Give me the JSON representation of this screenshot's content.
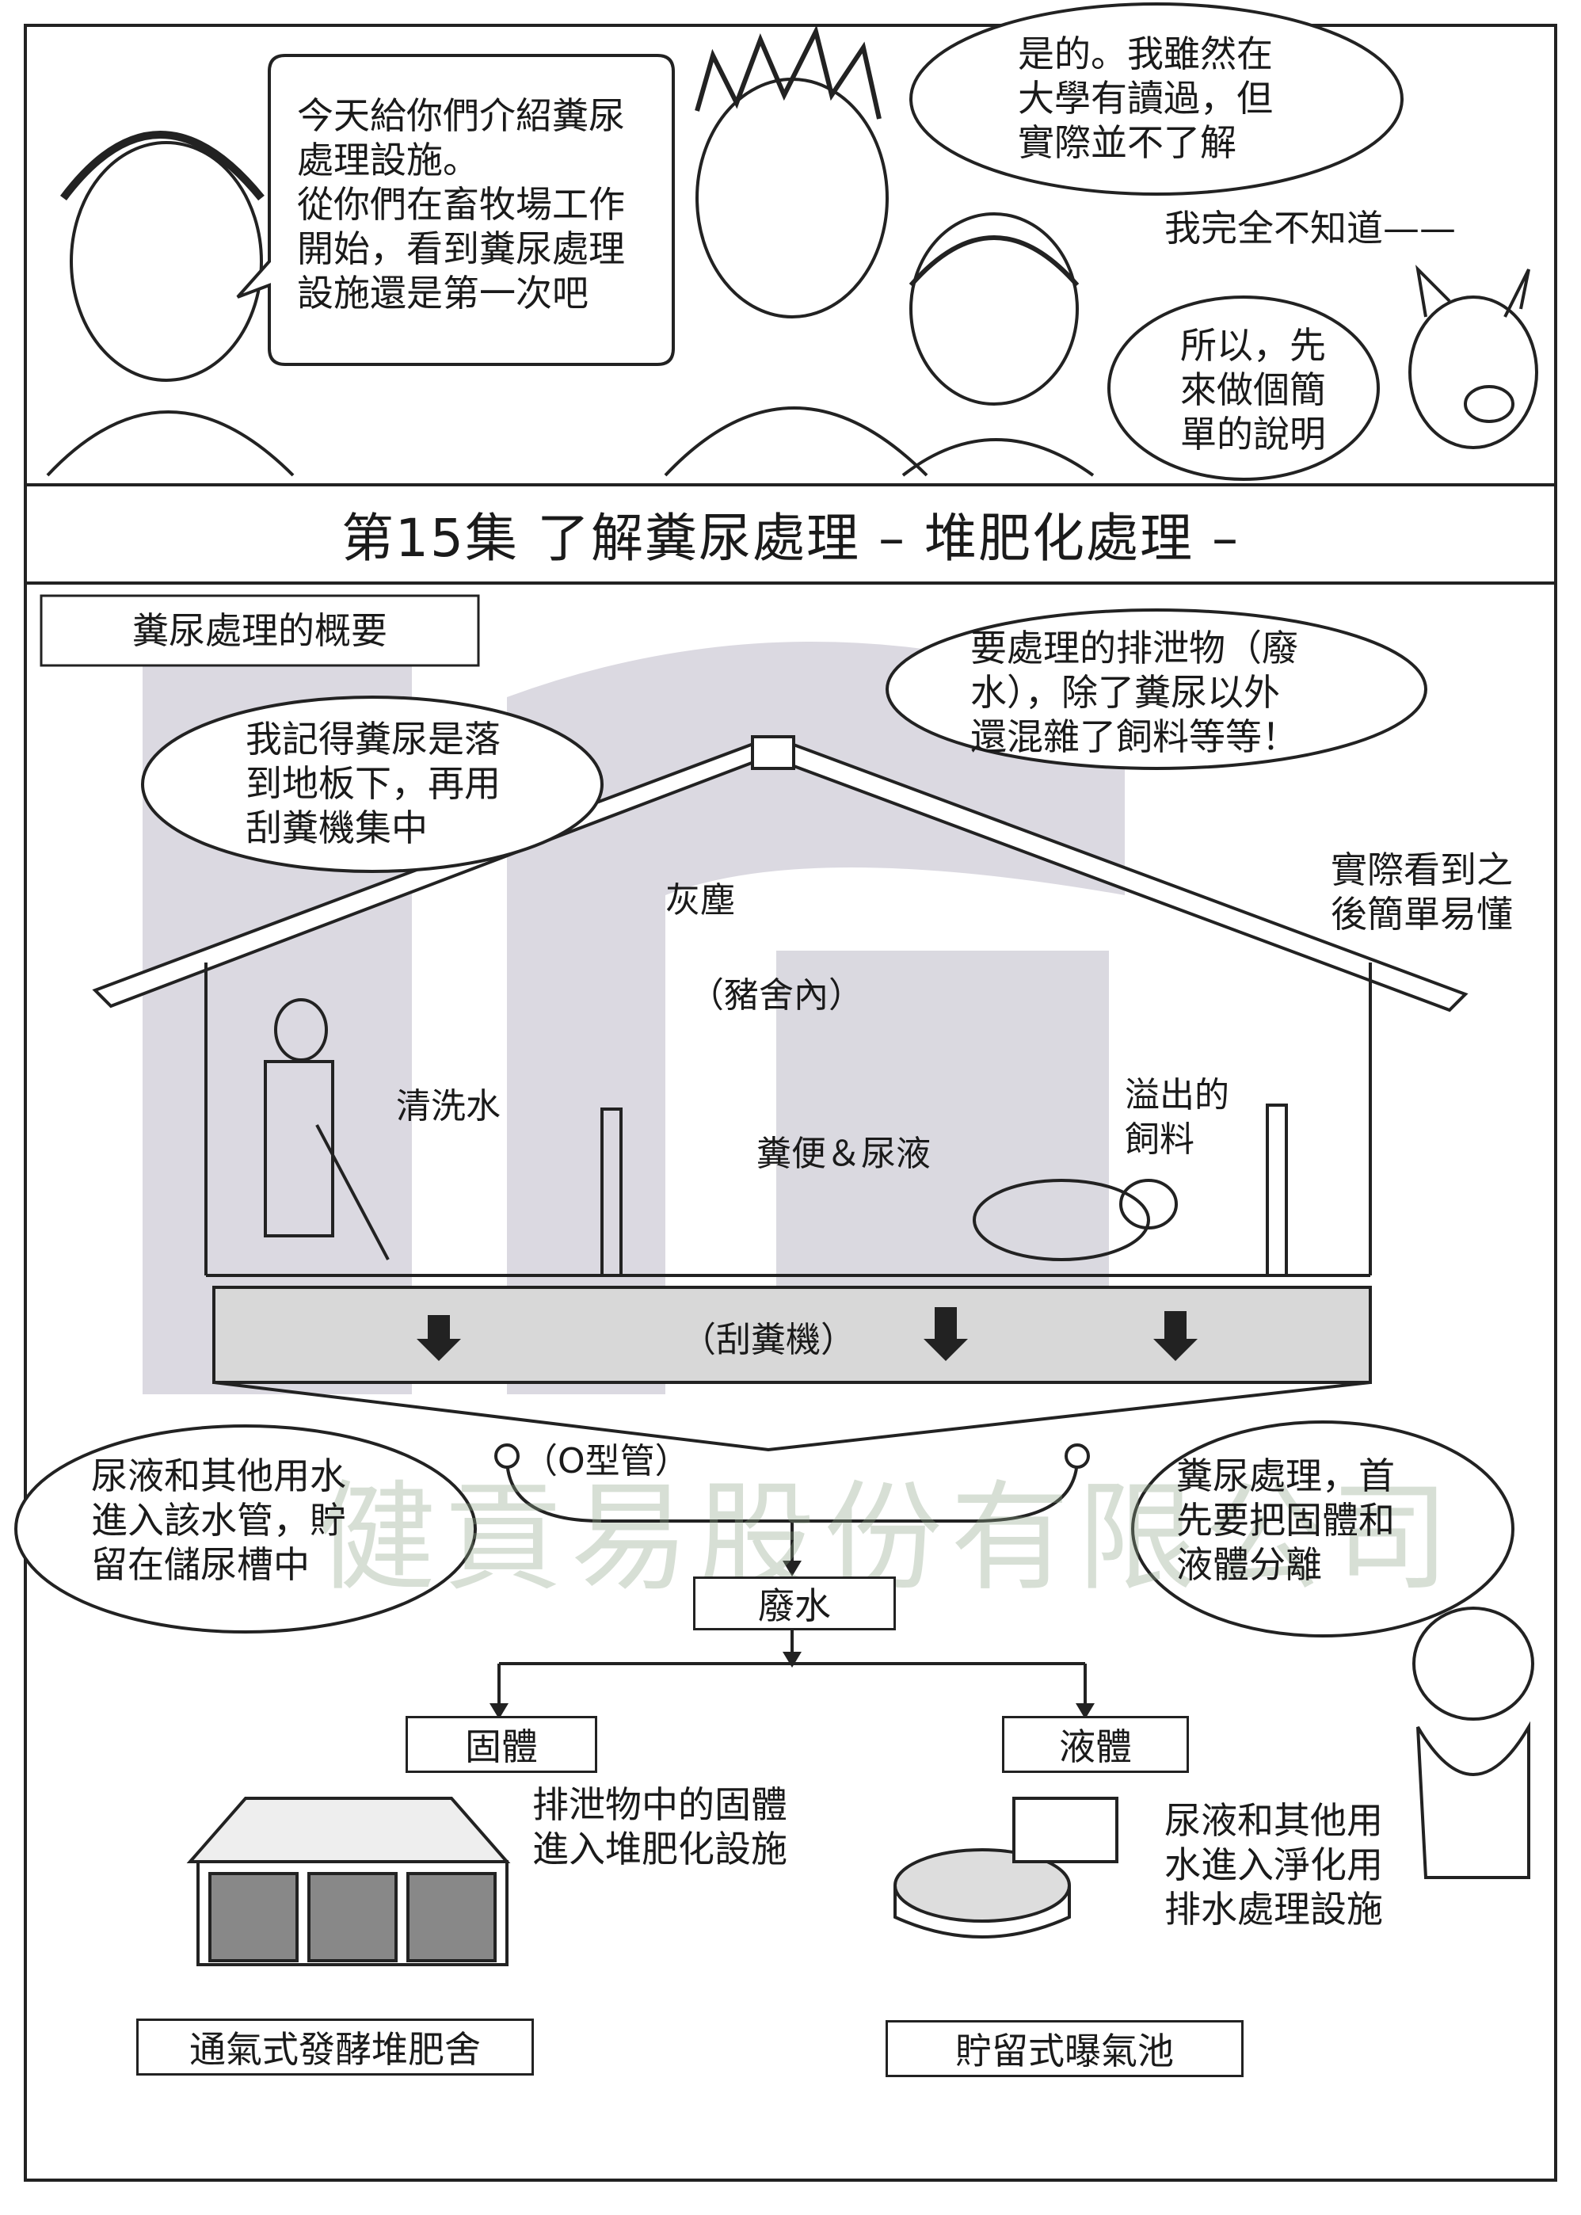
{
  "top_panel": {
    "speech_teacher": "今天給你們介紹糞尿\n處理設施。\n從你們在畜牧場工作\n開始，看到糞尿處理\n設施還是第一次吧",
    "speech_young_man": "是的。我雖然在\n大學有讀過，但\n實際並不了解",
    "speech_girl": "我完全不知道——",
    "speech_pig": "所以，先\n來做個簡\n單的說明"
  },
  "episode_title": "第15集 了解糞尿處理 – 堆肥化處理 –",
  "section_label": "糞尿處理的概要",
  "bubbles": {
    "young_man_memory": "我記得糞尿是落\n到地板下，再用\n刮糞機集中",
    "girl_waste": "要處理的排泄物（廢\n水），除了糞尿以外\n還混雜了飼料等等！",
    "girl_note": "實際看到之\n後簡單易懂",
    "urine_pipe": "尿液和其他用水\n進入該水管，貯\n留在儲尿槽中",
    "pig_separation": "糞尿處理，首\n先要把固體和\n液體分離"
  },
  "house_labels": {
    "dust": "灰塵",
    "inside": "（豬舍內）",
    "wash_water": "清洗水",
    "feces_urine": "糞便＆尿液",
    "spilled_feed": "溢出的\n飼料",
    "scraper": "（刮糞機）",
    "pipe": "（O型管）"
  },
  "flow": {
    "waste_water": "廢水",
    "solid": "固體",
    "liquid": "液體",
    "solid_desc": "排泄物中的固體\n進入堆肥化設施",
    "liquid_desc": "尿液和其他用\n水進入淨化用\n排水處理設施",
    "facility_solid": "通氣式發酵堆肥舍",
    "facility_liquid": "貯留式曝氣池"
  },
  "watermark": "健貢易股份有限公司",
  "colors": {
    "line": "#222222",
    "logo_purple": "#7c7894",
    "logo_green": "#a6b69e"
  }
}
